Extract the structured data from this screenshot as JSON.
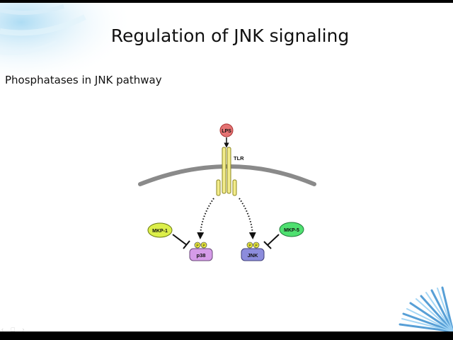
{
  "slide": {
    "title": "Regulation of JNK signaling",
    "subtitle": "Phosphatases in JNK pathway"
  },
  "diagram": {
    "ligand": "LPS",
    "receptor": "TLR",
    "phos_left": [
      "P",
      "P"
    ],
    "phos_right": [
      "P",
      "P"
    ],
    "kinase_left": "p38",
    "kinase_right": "JNK",
    "phosphatase_left": "MKP-1",
    "phosphatase_right": "MKP-5"
  },
  "colors": {
    "ligand": "#e57373",
    "receptor": "#f3ec8a",
    "membrane": "#8a8a8a",
    "phosphatase_left": "#dcef4a",
    "phosphatase_right": "#4fe070",
    "kinase_left": "#d59be8",
    "kinase_right": "#8c8cdc",
    "phospho": "#ecec3a"
  }
}
